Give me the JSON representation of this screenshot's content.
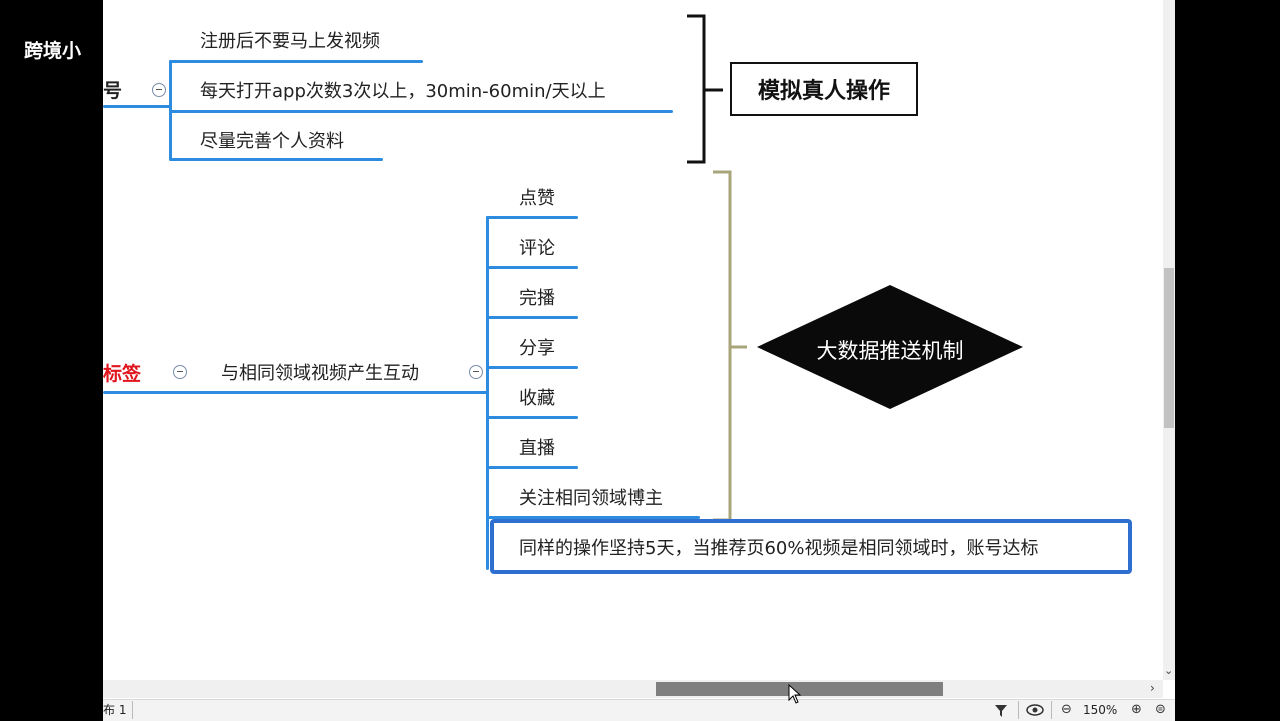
{
  "watermark": "跨境小",
  "mindmap": {
    "branch1": {
      "root_fragment": "号",
      "children": [
        "注册后不要马上发视频",
        "每天打开app次数3次以上，30min-60min/天以上",
        "尽量完善个人资料"
      ],
      "summary": "模拟真人操作"
    },
    "branch2": {
      "root_fragment": "标签",
      "child": "与相同领域视频产生互动",
      "actions": [
        "点赞",
        "评论",
        "完播",
        "分享",
        "收藏",
        "直播",
        "关注相同领域博主"
      ],
      "summary": "大数据推送机制",
      "note": "同样的操作坚持5天，当推荐页60%视频是相同领域时，账号达标"
    }
  },
  "statusbar": {
    "sheet_label": "布 1",
    "zoom": "150%"
  },
  "scroll": {
    "vertical_position": 0.5,
    "horizontal_position": 0.55
  },
  "colors": {
    "branch_line": "#2e8ce0",
    "bracket_olive": "#a9a57a",
    "root_red": "#e0151d"
  }
}
